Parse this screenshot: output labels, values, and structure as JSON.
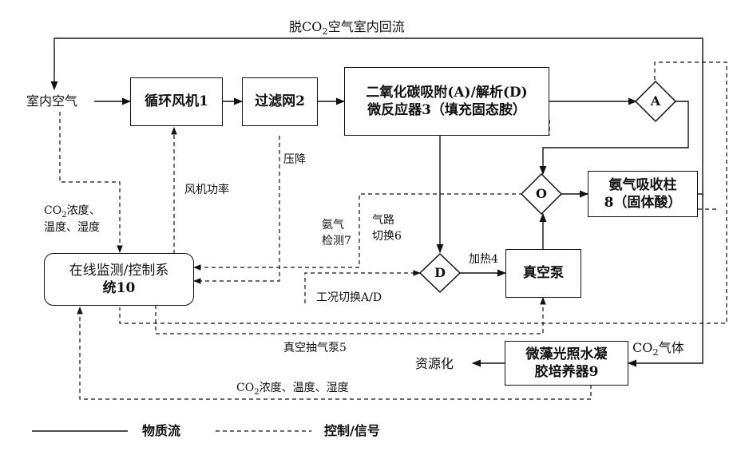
{
  "nodes": {
    "fan": "循环风机1",
    "filter": "过滤网2",
    "reactor_line1": "二氧化碳吸附(A)/解析(D)",
    "reactor_line2": "微反应器3（填充固态胺）",
    "ammonia_line1": "氨气吸收柱",
    "ammonia_line2": "8（固体酸）",
    "pump": "真空泵",
    "algae_line1": "微藻光照水凝",
    "algae_line2": "胶培养器9",
    "control_line1": "在线监测/控制系",
    "control_line2": "统10",
    "diamond_a": "A",
    "diamond_o": "O",
    "diamond_d": "D"
  },
  "labels": {
    "top_return_pre": "脱CO",
    "top_return_sub": "2",
    "top_return_post": "空气室内回流",
    "indoor_air": "室内空气",
    "pressure_drop": "压降",
    "fan_power": "风机功率",
    "co2_conc_pre": "CO",
    "co2_conc_sub": "2",
    "co2_conc_post": "浓度、",
    "temp_humidity": "温度、湿度",
    "ammonia_detect_1": "氨气",
    "ammonia_detect_2": "检测7",
    "gas_switch_1": "气路",
    "gas_switch_2": "切换6",
    "heating": "加热4",
    "mode_switch": "工况切换A/D",
    "vacuum_pump": "真空抽气泵5",
    "resource": "资源化",
    "co2_gas_pre": "CO",
    "co2_gas_sub": "2",
    "co2_gas_post": "气体",
    "bottom_feedback_pre": "CO",
    "bottom_feedback_sub": "2",
    "bottom_feedback_post": "浓度、温度、湿度"
  },
  "legend": {
    "solid": "物质流",
    "dashed": "控制/信号"
  }
}
